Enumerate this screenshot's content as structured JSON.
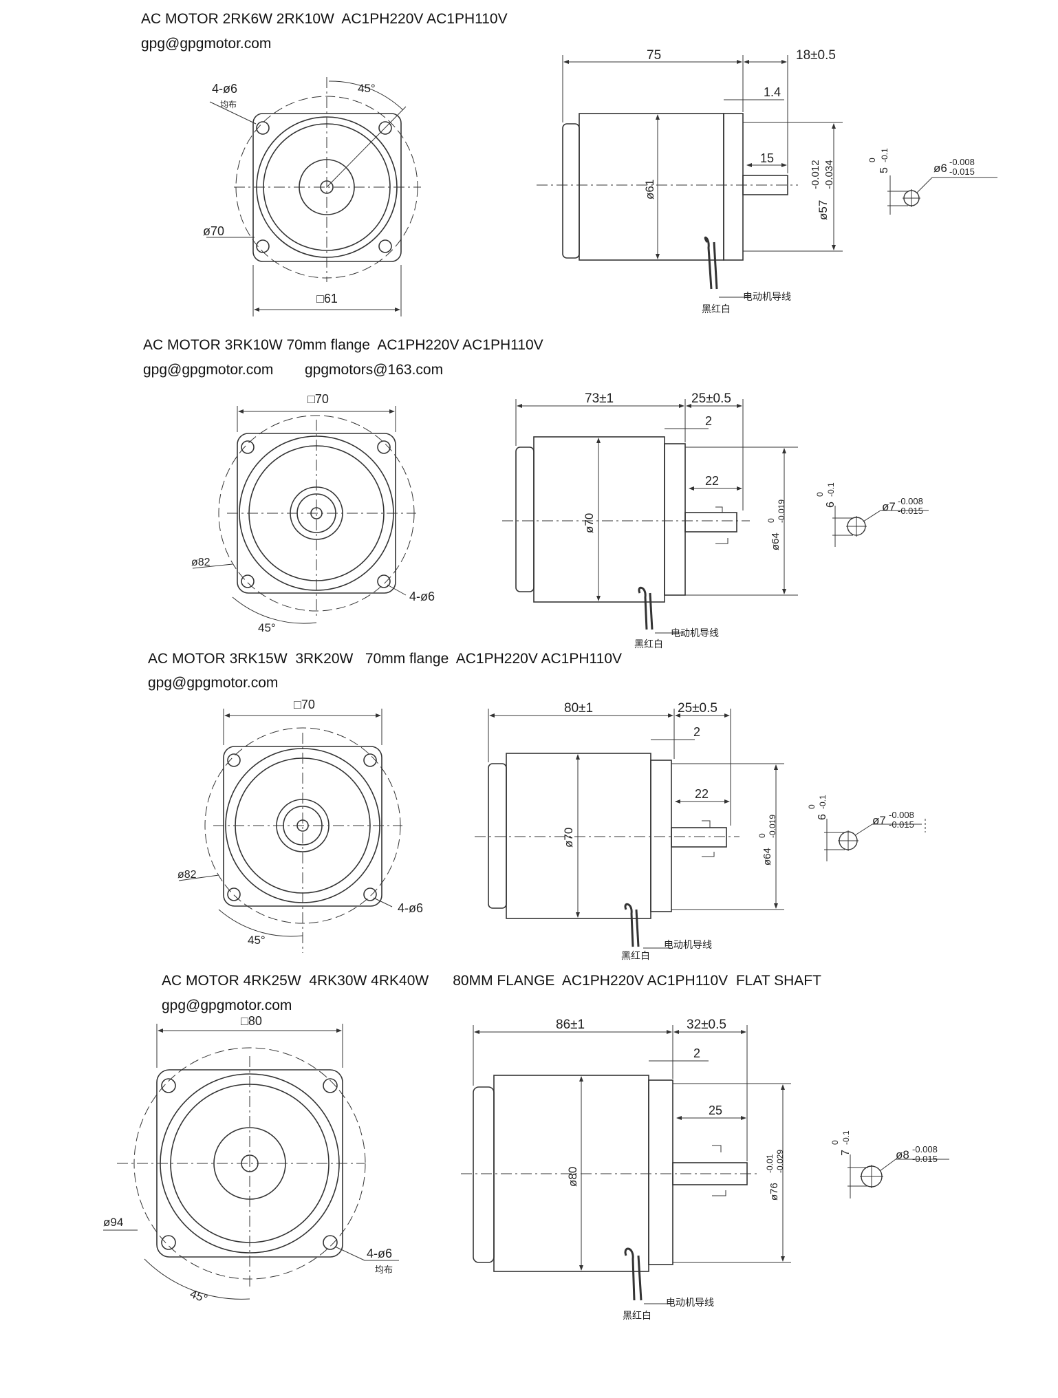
{
  "sections": [
    {
      "title": "AC MOTOR 2RK6W 2RK10W  AC1PH220V AC1PH110V",
      "emails": [
        "gpg@gpgmotor.com"
      ],
      "front": {
        "holes": "4-ø6",
        "holes_note": "均布",
        "angle": "45°",
        "circle_dia": "ø70",
        "square": "□61"
      },
      "side": {
        "body_length": "75",
        "shaft_length": "18±0.5",
        "flange_offset": "1.4",
        "flat_length": "15",
        "body_dia": "ø61",
        "pilot_dia": "ø57",
        "pilot_tol_upper": "-0.012",
        "pilot_tol_lower": "-0.034",
        "lead_label": "电动机导线",
        "wire_colors": "黑红白"
      },
      "shaft": {
        "flat": "5",
        "flat_tol": "-0.1",
        "flat_tol_top": "0",
        "dia": "ø6",
        "dia_tol_upper": "-0.008",
        "dia_tol_lower": "-0.015"
      }
    },
    {
      "title": "AC MOTOR 3RK10W 70mm flange  AC1PH220V AC1PH110V",
      "emails": [
        "gpg@gpgmotor.com",
        "gpgmotors@163.com"
      ],
      "front": {
        "holes": "4-ø6",
        "angle": "45°",
        "circle_dia": "ø82",
        "square": "□70"
      },
      "side": {
        "body_length": "73±1",
        "shaft_length": "25±0.5",
        "flange_offset": "2",
        "flat_length": "22",
        "body_dia": "ø70",
        "pilot_dia": "ø64",
        "pilot_tol_upper": "0",
        "pilot_tol_lower": "-0.019",
        "lead_label": "电动机导线",
        "wire_colors": "黑红白"
      },
      "shaft": {
        "flat": "6",
        "flat_tol": "-0.1",
        "flat_tol_top": "0",
        "dia": "ø7",
        "dia_tol_upper": "-0.008",
        "dia_tol_lower": "-0.015"
      }
    },
    {
      "title": "AC MOTOR 3RK15W  3RK20W   70mm flange  AC1PH220V AC1PH110V",
      "emails": [
        "gpg@gpgmotor.com"
      ],
      "front": {
        "holes": "4-ø6",
        "angle": "45°",
        "circle_dia": "ø82",
        "square": "□70"
      },
      "side": {
        "body_length": "80±1",
        "shaft_length": "25±0.5",
        "flange_offset": "2",
        "flat_length": "22",
        "body_dia": "ø70",
        "pilot_dia": "ø64",
        "pilot_tol_upper": "0",
        "pilot_tol_lower": "-0.019",
        "lead_label": "电动机导线",
        "wire_colors": "黑红白"
      },
      "shaft": {
        "flat": "6",
        "flat_tol": "-0.1",
        "flat_tol_top": "0",
        "dia": "ø7",
        "dia_tol_upper": "-0.008",
        "dia_tol_lower": "-0.015"
      }
    },
    {
      "title": "AC MOTOR 4RK25W  4RK30W 4RK40W      80MM FLANGE  AC1PH220V AC1PH110V  FLAT SHAFT",
      "emails": [
        "gpg@gpgmotor.com"
      ],
      "front": {
        "holes": "4-ø6",
        "holes_note": "均布",
        "angle": "45°",
        "circle_dia": "ø94",
        "square": "□80"
      },
      "side": {
        "body_length": "86±1",
        "shaft_length": "32±0.5",
        "flange_offset": "2",
        "flat_length": "25",
        "body_dia": "ø80",
        "pilot_dia": "ø76",
        "pilot_tol_upper": "-0.01",
        "pilot_tol_lower": "-0.029",
        "lead_label": "电动机导线",
        "wire_colors": "黑红白"
      },
      "shaft": {
        "flat": "7",
        "flat_tol": "-0.1",
        "flat_tol_top": "0",
        "dia": "ø8",
        "dia_tol_upper": "-0.008",
        "dia_tol_lower": "-0.015"
      }
    }
  ]
}
